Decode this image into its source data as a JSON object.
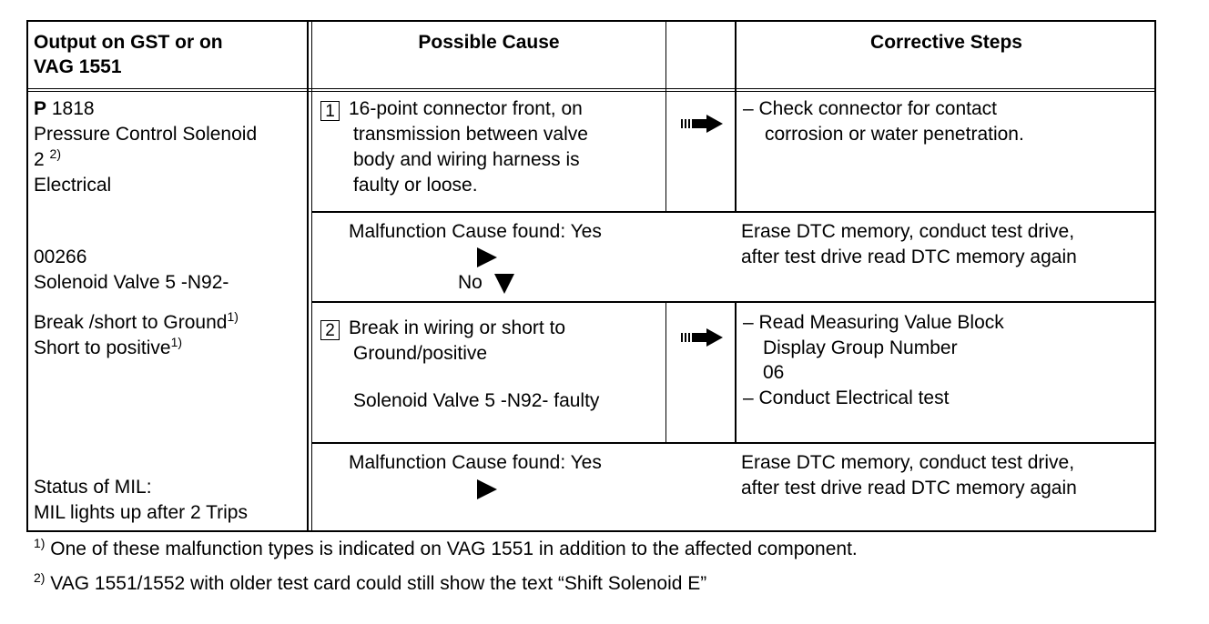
{
  "header": {
    "col1": [
      "Output on GST or on",
      "VAG 1551"
    ],
    "col2": "Possible Cause",
    "col3": "Corrective Steps"
  },
  "output": {
    "code_prefix": "P",
    "code_number": "1818",
    "lines1": [
      "Pressure Control Solenoid",
      "2"
    ],
    "sup_2": "2)",
    "line_electrical": "Electrical",
    "vag_code": "00266",
    "vag_name": "Solenoid Valve 5 -N92-",
    "break_line": "Break /short to Ground",
    "sup_1a": "1)",
    "short_line": "Short to positive",
    "sup_1b": "1)",
    "mil_label": "Status of MIL:",
    "mil_value": "MIL lights up after 2 Trips"
  },
  "step1": {
    "num": "1",
    "cause": [
      "16-point connector front, on",
      "transmission between valve",
      "body and wiring harness is",
      "faulty or loose."
    ],
    "corrective": [
      "–  Check connector for contact",
      "corrosion or water penetration."
    ]
  },
  "result1": {
    "found": "Malfunction Cause found: Yes",
    "no": "No",
    "action": [
      "Erase DTC memory, conduct test drive,",
      "after test drive read DTC memory again"
    ]
  },
  "step2": {
    "num": "2",
    "cause": [
      "Break in wiring or short to",
      "Ground/positive"
    ],
    "cause_extra": "Solenoid Valve 5 -N92- faulty",
    "corrective": [
      "–  Read Measuring Value Block",
      "Display Group Number",
      "06",
      "–  Conduct Electrical test"
    ]
  },
  "result2": {
    "found": "Malfunction Cause found: Yes",
    "action": [
      "Erase DTC memory, conduct test drive,",
      "after test drive read DTC memory again"
    ]
  },
  "footnotes": [
    {
      "mark": "1)",
      "text": "One of these malfunction types is indicated on VAG 1551 in addition to the affected component."
    },
    {
      "mark": "2)",
      "text": "VAG 1551/1552 with older test card could still show the text “Shift Solenoid E”"
    }
  ]
}
